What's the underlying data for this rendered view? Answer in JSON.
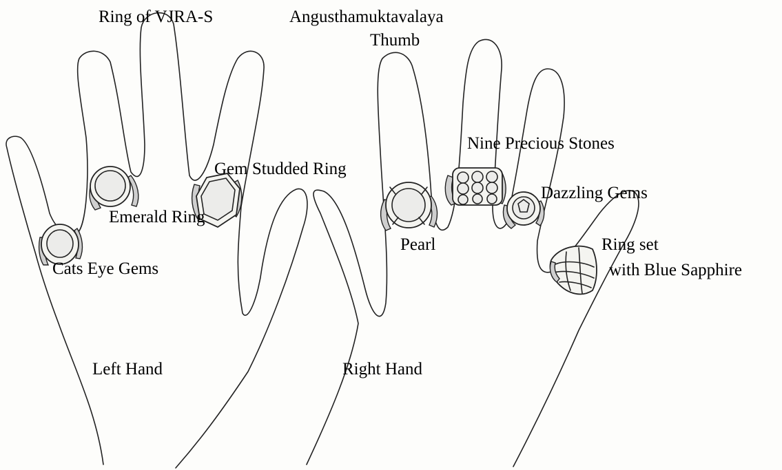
{
  "labels": {
    "vjras": "Ring of VJRA-S",
    "angustha": "Angusthamuktavalaya",
    "thumb": "Thumb",
    "nine_stones": "Nine Precious Stones",
    "gem_studded": "Gem Studded Ring",
    "dazzling": "Dazzling Gems",
    "emerald": "Emerald Ring",
    "pearl": "Pearl",
    "ring_set": "Ring set",
    "blue_sapphire": "with Blue Sapphire",
    "cats_eye": "Cats Eye Gems",
    "left_hand": "Left Hand",
    "right_hand": "Right Hand"
  }
}
